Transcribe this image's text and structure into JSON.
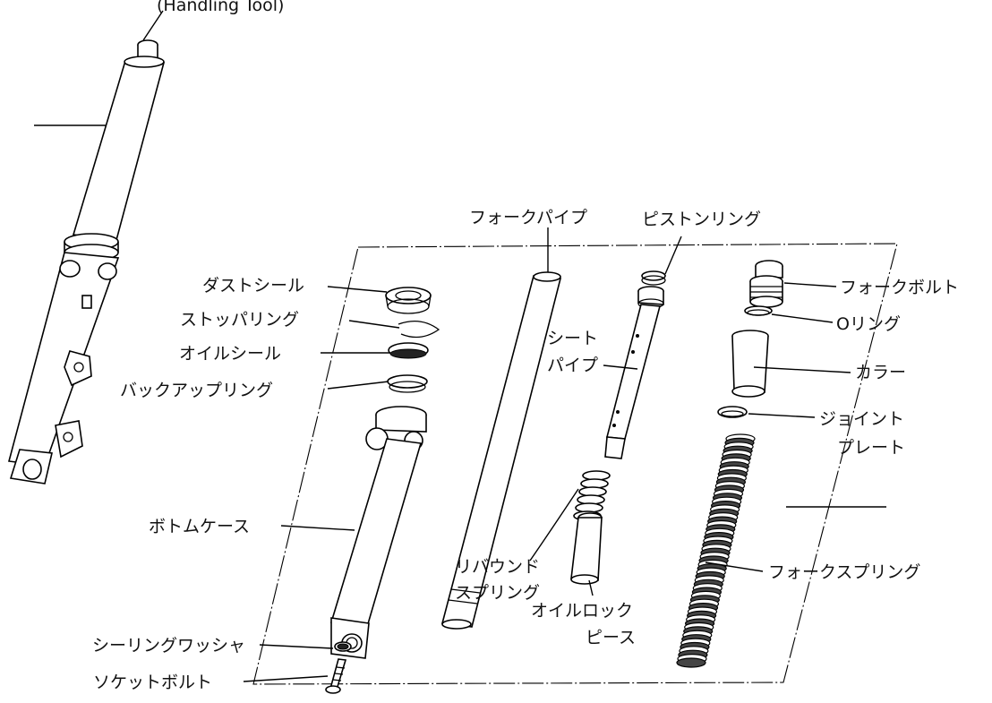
{
  "header": {
    "partial_caption": "(Handling Tool)"
  },
  "labels": {
    "fork_pipe": "フォークパイプ",
    "piston_ring": "ピストンリング",
    "dust_seal": "ダストシール",
    "stopper_ring": "ストッパリング",
    "oil_seal": "オイルシール",
    "backup_ring": "バックアップリング",
    "seat_pipe_1": "シート",
    "seat_pipe_2": "パイプ",
    "fork_bolt": "フォークボルト",
    "o_ring": "Oリング",
    "collar": "カラー",
    "joint_plate_1": "ジョイント",
    "joint_plate_2": "プレート",
    "bottom_case": "ボトムケース",
    "rebound_spring_1": "リバウンド",
    "rebound_spring_2": "スプリング",
    "oil_lock_piece_1": "オイルロック",
    "oil_lock_piece_2": "ピース",
    "fork_spring": "フォークスプリング",
    "sealing_washer": "シーリングワッシャ",
    "socket_bolt": "ソケットボルト"
  }
}
